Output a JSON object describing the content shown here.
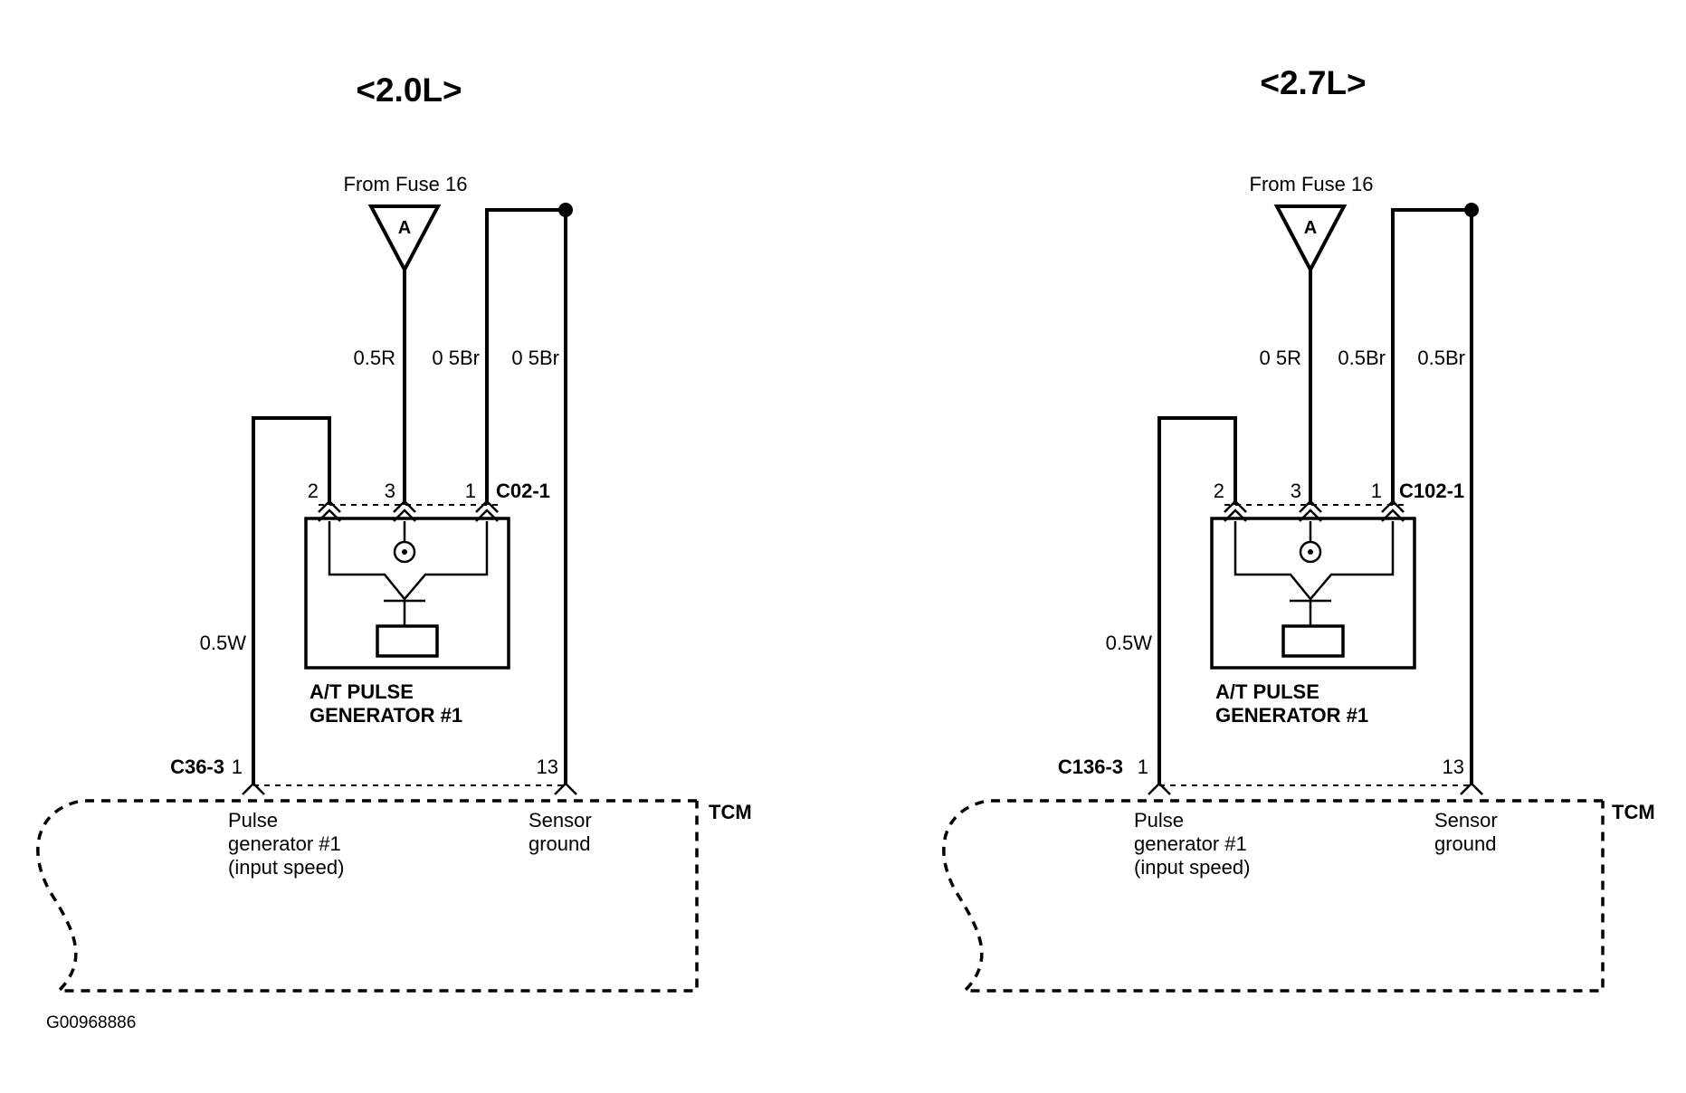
{
  "left": {
    "title": "<2.0L>",
    "fuse_label": "From Fuse 16",
    "fuse_letter": "A",
    "wire_r": "0.5R",
    "wire_br1": "0 5Br",
    "wire_br2": "0 5Br",
    "wire_w": "0.5W",
    "pin2": "2",
    "pin3": "3",
    "pin1": "1",
    "conn_top": "C02-1",
    "component_line1": "A/T PULSE",
    "component_line2": "GENERATOR #1",
    "conn_bottom": "C36-3",
    "tcm_pin1": "1",
    "tcm_pin13": "13",
    "tcm_label": "TCM",
    "pulse_line1": "Pulse",
    "pulse_line2": "generator #1",
    "pulse_line3": "(input speed)",
    "sensor_line1": "Sensor",
    "sensor_line2": "ground"
  },
  "right": {
    "title": "<2.7L>",
    "fuse_label": "From Fuse 16",
    "fuse_letter": "A",
    "wire_r": "0 5R",
    "wire_br1": "0.5Br",
    "wire_br2": "0.5Br",
    "wire_w": "0.5W",
    "pin2": "2",
    "pin3": "3",
    "pin1": "1",
    "conn_top": "C102-1",
    "component_line1": "A/T PULSE",
    "component_line2": "GENERATOR #1",
    "conn_bottom": "C136-3",
    "tcm_pin1": "1",
    "tcm_pin13": "13",
    "tcm_label": "TCM",
    "pulse_line1": "Pulse",
    "pulse_line2": "generator #1",
    "pulse_line3": "(input speed)",
    "sensor_line1": "Sensor",
    "sensor_line2": "ground"
  },
  "figure_id": "G00968886"
}
